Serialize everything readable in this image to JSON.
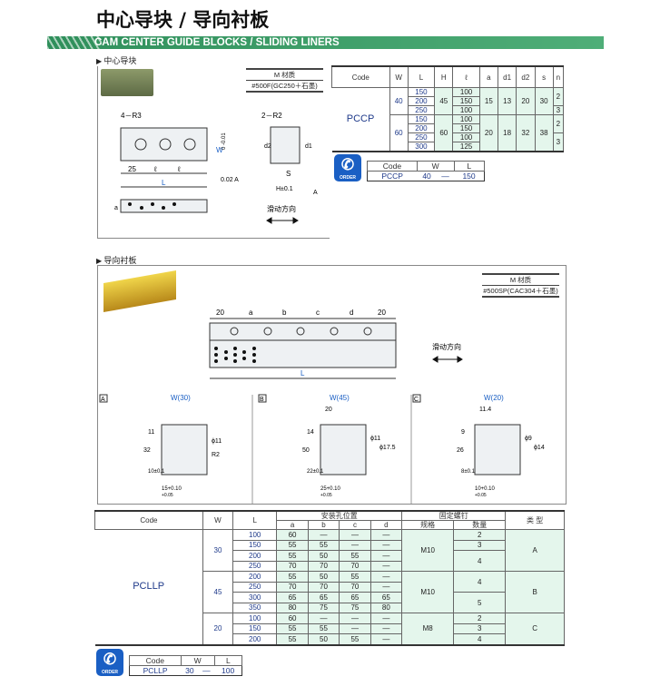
{
  "title": "中心导块 / 导向衬板",
  "banner": "CAM CENTER GUIDE BLOCKS / SLIDING LINERS",
  "section1": {
    "label": "中心导块",
    "material_label": "M 材质",
    "material": "#500F(GC250＋石墨)",
    "dims": {
      "r3": "4－R3",
      "r2": "2－R2",
      "d25": "25",
      "ell1": "ℓ",
      "ell2": "ℓ",
      "L": "L",
      "W": "W",
      "wtol": "0\n-0.01",
      "flat": "0.02 A",
      "H": "H±0.1",
      "S": "S",
      "d2": "d2",
      "d1": "d1",
      "a": "a",
      "ra": "A",
      "slide": "滑动方向"
    },
    "table": {
      "headers": [
        "Code",
        "W",
        "L",
        "H",
        "ℓ",
        "a",
        "d1",
        "d2",
        "s",
        "n"
      ],
      "code": "PCCP",
      "groups": [
        {
          "W": "40",
          "H": "45",
          "a": "15",
          "d1": "13",
          "d2": "20",
          "s": "30",
          "rows": [
            [
              "150",
              "100"
            ],
            [
              "200",
              "150"
            ],
            [
              "250",
              "100"
            ]
          ],
          "n": [
            "2",
            "3"
          ]
        },
        {
          "W": "60",
          "H": "60",
          "a": "20",
          "d1": "18",
          "d2": "32",
          "s": "38",
          "rows": [
            [
              "150",
              "100"
            ],
            [
              "200",
              "150"
            ],
            [
              "250",
              "100"
            ],
            [
              "300",
              "125"
            ]
          ],
          "n": [
            "2",
            "3"
          ]
        }
      ]
    },
    "order": {
      "icon_text": "ORDER",
      "headers": [
        "Code",
        "W",
        "L"
      ],
      "code": "PCCP",
      "W": "40",
      "dash": "—",
      "L": "150"
    }
  },
  "section2": {
    "label": "导向衬板",
    "material_label": "M 材质",
    "material": "#500SP(CAC304＋石墨)",
    "dims": {
      "d20a": "20",
      "a": "a",
      "b": "b",
      "c": "c",
      "d": "d",
      "d20b": "20",
      "L": "L",
      "slide": "滑动方向"
    },
    "views": [
      {
        "tag": "A",
        "w": "W(30)",
        "h": "32",
        "t": "11",
        "d": "ϕ11",
        "r": "R2",
        "p": "10±0.1",
        "bw": "15+0.10\n+0.05"
      },
      {
        "tag": "B",
        "w": "W(45)",
        "top": "20",
        "h": "50",
        "t": "14",
        "d1": "ϕ11",
        "d2": "ϕ17.5",
        "p": "22±0.1",
        "bw": "25+0.10\n+0.05"
      },
      {
        "tag": "C",
        "w": "W(20)",
        "top": "11.4",
        "h": "26",
        "t": "9",
        "d1": "ϕ9",
        "d2": "ϕ14",
        "p": "8±0.1",
        "bw": "10+0.10\n+0.05"
      }
    ],
    "table": {
      "headers": {
        "code": "Code",
        "w": "W",
        "l": "L",
        "holes": "安装孔位置",
        "a": "a",
        "b": "b",
        "c": "c",
        "d": "d",
        "screw": "固定螺钉",
        "spec": "规格",
        "qty": "数量",
        "type": "类 型"
      },
      "code": "PCLLP",
      "groups": [
        {
          "W": "30",
          "spec": "M10",
          "type": "A",
          "qty": [
            "2",
            "3",
            "4"
          ],
          "rows": [
            [
              "100",
              "60",
              "—",
              "—",
              "—"
            ],
            [
              "150",
              "55",
              "55",
              "—",
              "—"
            ],
            [
              "200",
              "55",
              "50",
              "55",
              "—"
            ],
            [
              "250",
              "70",
              "70",
              "70",
              "—"
            ]
          ]
        },
        {
          "W": "45",
          "spec": "M10",
          "type": "B",
          "qty": [
            "4",
            "5"
          ],
          "rows": [
            [
              "200",
              "55",
              "50",
              "55",
              "—"
            ],
            [
              "250",
              "70",
              "70",
              "70",
              "—"
            ],
            [
              "300",
              "65",
              "65",
              "65",
              "65"
            ],
            [
              "350",
              "80",
              "75",
              "75",
              "80"
            ]
          ]
        },
        {
          "W": "20",
          "spec": "M8",
          "type": "C",
          "qty": [
            "2",
            "3",
            "4"
          ],
          "rows": [
            [
              "100",
              "60",
              "—",
              "—",
              "—"
            ],
            [
              "150",
              "55",
              "55",
              "—",
              "—"
            ],
            [
              "200",
              "55",
              "50",
              "55",
              "—"
            ]
          ]
        }
      ]
    },
    "order": {
      "icon_text": "ORDER",
      "headers": [
        "Code",
        "W",
        "L"
      ],
      "code": "PCLLP",
      "W": "30",
      "dash": "—",
      "L": "100"
    }
  },
  "colors": {
    "banner": "#3a9a66",
    "cell_fill": "#e4f6ec",
    "code_text": "#1f3a8a",
    "order_icon": "#1a5fc4"
  }
}
